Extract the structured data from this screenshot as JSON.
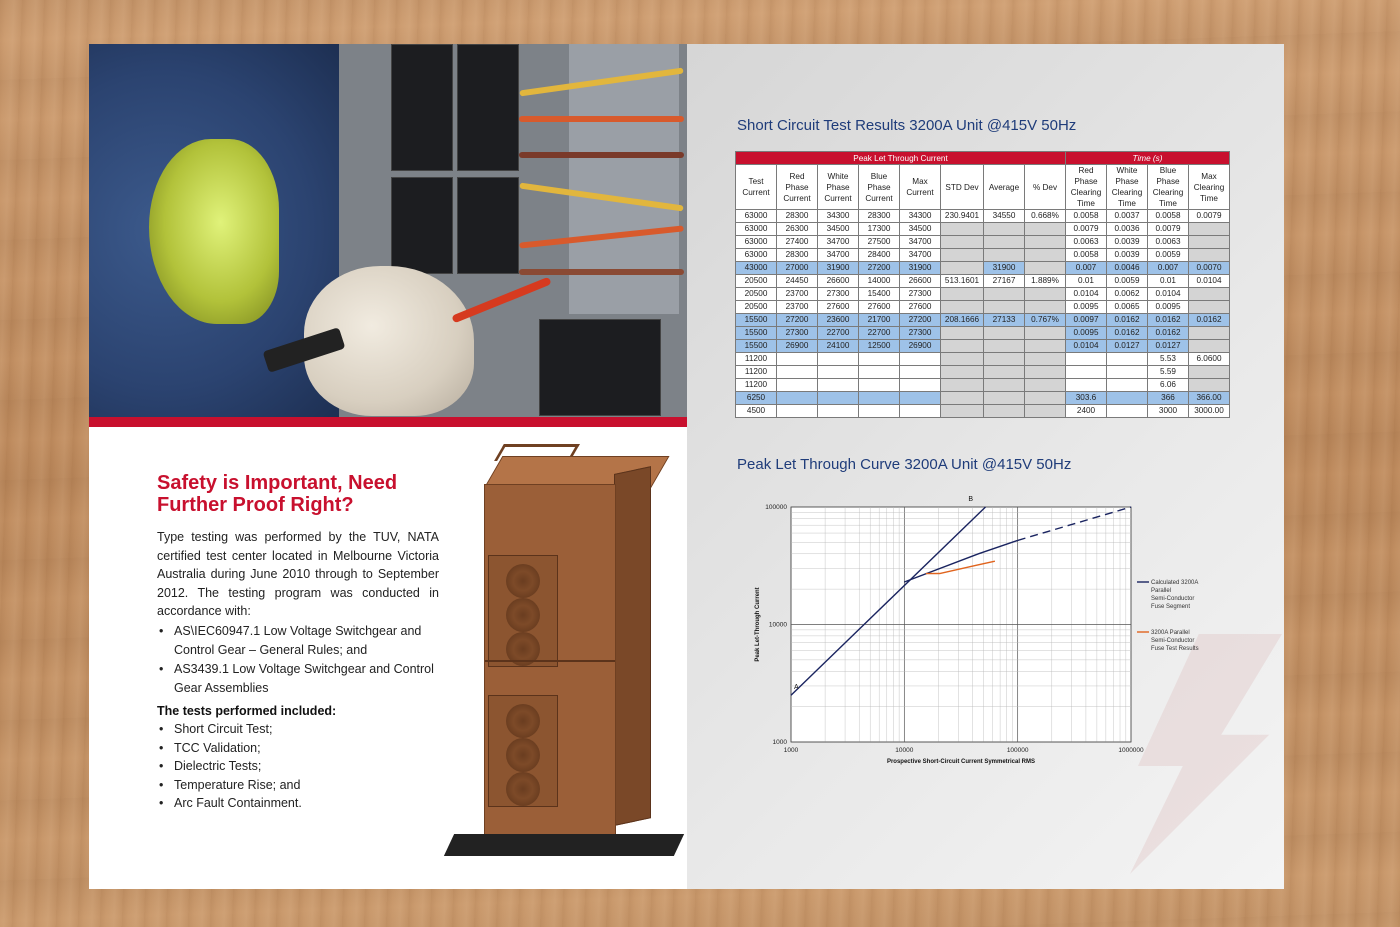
{
  "left": {
    "heading_line1": "Safety is Important, Need",
    "heading_line2": "Further Proof Right?",
    "intro": "Type testing was performed by the TUV, NATA certified test center located in Melbourne Victoria Australia during June 2010 through to September 2012. The testing program was conducted in accordance with:",
    "standards": [
      "AS\\IEC60947.1 Low Voltage Switchgear and Control Gear – General Rules; and",
      "AS3439.1 Low Voltage Switchgear and Control Gear Assemblies"
    ],
    "tests_heading": "The tests performed included:",
    "tests": [
      "Short Circuit Test;",
      "TCC Validation;",
      "Dielectric Tests;",
      "Temperature Rise; and",
      "Arc Fault Containment."
    ]
  },
  "right": {
    "table_title": "Short Circuit Test Results 3200A Unit @415V 50Hz",
    "group_peak": "Peak Let Through Current",
    "group_time": "Time (s)",
    "headers": {
      "test": [
        "Test",
        "Current"
      ],
      "red": [
        "Red",
        "Phase",
        "Current"
      ],
      "white": [
        "White",
        "Phase",
        "Current"
      ],
      "blue": [
        "Blue",
        "Phase",
        "Current"
      ],
      "max": [
        "Max",
        "Current"
      ],
      "std": "STD Dev",
      "avg": "Average",
      "pct": "% Dev",
      "rct": [
        "Red",
        "Phase",
        "Clearing",
        "Time"
      ],
      "wct": [
        "White",
        "Phase",
        "Clearing",
        "Time"
      ],
      "bct": [
        "Blue",
        "Phase",
        "Clearing",
        "Time"
      ],
      "mct": [
        "Max",
        "Clearing",
        "Time"
      ]
    },
    "rows": [
      {
        "t": "63000",
        "r": "28300",
        "w": "34300",
        "b": "28300",
        "m": "34300",
        "std": "230.9401",
        "avg": "34550",
        "pct": "0.668%",
        "rc": "0.0058",
        "wc": "0.0037",
        "bc": "0.0058",
        "mc": "0.0079"
      },
      {
        "t": "63000",
        "r": "26300",
        "w": "34500",
        "b": "17300",
        "m": "34500",
        "rc": "0.0079",
        "wc": "0.0036",
        "bc": "0.0079"
      },
      {
        "t": "63000",
        "r": "27400",
        "w": "34700",
        "b": "27500",
        "m": "34700",
        "rc": "0.0063",
        "wc": "0.0039",
        "bc": "0.0063"
      },
      {
        "t": "63000",
        "r": "28300",
        "w": "34700",
        "b": "28400",
        "m": "34700",
        "rc": "0.0058",
        "wc": "0.0039",
        "bc": "0.0059"
      },
      {
        "t": "43000",
        "r": "27000",
        "w": "31900",
        "b": "27200",
        "m": "31900",
        "avg": "31900",
        "rc": "0.007",
        "wc": "0.0046",
        "bc": "0.007",
        "mc": "0.0070",
        "hl": true
      },
      {
        "t": "20500",
        "r": "24450",
        "w": "26600",
        "b": "14000",
        "m": "26600",
        "std": "513.1601",
        "avg": "27167",
        "pct": "1.889%",
        "rc": "0.01",
        "wc": "0.0059",
        "bc": "0.01",
        "mc": "0.0104"
      },
      {
        "t": "20500",
        "r": "23700",
        "w": "27300",
        "b": "15400",
        "m": "27300",
        "rc": "0.0104",
        "wc": "0.0062",
        "bc": "0.0104"
      },
      {
        "t": "20500",
        "r": "23700",
        "w": "27600",
        "b": "27600",
        "m": "27600",
        "rc": "0.0095",
        "wc": "0.0065",
        "bc": "0.0095"
      },
      {
        "t": "15500",
        "r": "27200",
        "w": "23600",
        "b": "21700",
        "m": "27200",
        "std": "208.1666",
        "avg": "27133",
        "pct": "0.767%",
        "rc": "0.0097",
        "wc": "0.0162",
        "bc": "0.0162",
        "mc": "0.0162",
        "hl": true
      },
      {
        "t": "15500",
        "r": "27300",
        "w": "22700",
        "b": "22700",
        "m": "27300",
        "rc": "0.0095",
        "wc": "0.0162",
        "bc": "0.0162",
        "hl": true
      },
      {
        "t": "15500",
        "r": "26900",
        "w": "24100",
        "b": "12500",
        "m": "26900",
        "rc": "0.0104",
        "wc": "0.0127",
        "bc": "0.0127",
        "hl": true
      },
      {
        "t": "11200",
        "bc": "5.53",
        "mc": "6.0600"
      },
      {
        "t": "11200",
        "bc": "5.59"
      },
      {
        "t": "11200",
        "bc": "6.06"
      },
      {
        "t": "6250",
        "rc": "303.6",
        "bc": "366",
        "mc": "366.00",
        "hl": true
      },
      {
        "t": "4500",
        "rc": "2400",
        "bc": "3000",
        "mc": "3000.00"
      }
    ],
    "chart_title": "Peak Let Through Curve 3200A Unit @415V 50Hz"
  },
  "chart_data": {
    "type": "line",
    "xscale": "log",
    "yscale": "log",
    "xlim": [
      1000,
      1000000
    ],
    "ylim": [
      1000,
      100000
    ],
    "x_ticks": [
      "1000",
      "10000",
      "100000",
      "1000000"
    ],
    "y_ticks": [
      "100000",
      "10000",
      "1000"
    ],
    "xlabel": "Prospective Short-Circuit Current Symmetrical RMS",
    "ylabel": "Peak Let-Through Current",
    "grid": true,
    "legend_position": "right",
    "annotations": [
      {
        "label": "A",
        "x": 1000,
        "y": 2500
      },
      {
        "label": "B",
        "x": 45000,
        "y": 100000
      }
    ],
    "series": [
      {
        "name": "",
        "color": "#1a2460",
        "style": "solid",
        "points": [
          [
            1000,
            2500
          ],
          [
            52000,
            100000
          ]
        ]
      },
      {
        "name": "Calculated 3200A Parallel Semi-Conductor Fuse Segment",
        "color": "#1a2460",
        "style": "solid",
        "points": [
          [
            10000,
            23000
          ],
          [
            45000,
            40000
          ],
          [
            100000,
            52000
          ]
        ]
      },
      {
        "name": "",
        "color": "#1a2460",
        "style": "dashed",
        "points": [
          [
            100000,
            52000
          ],
          [
            1000000,
            100000
          ]
        ]
      },
      {
        "name": "3200A Parallel Semi-Conductor Fuse Test Results",
        "color": "#e0641e",
        "style": "solid",
        "points": [
          [
            15500,
            27133
          ],
          [
            20500,
            27167
          ],
          [
            43000,
            31900
          ],
          [
            63000,
            34550
          ]
        ]
      }
    ]
  }
}
